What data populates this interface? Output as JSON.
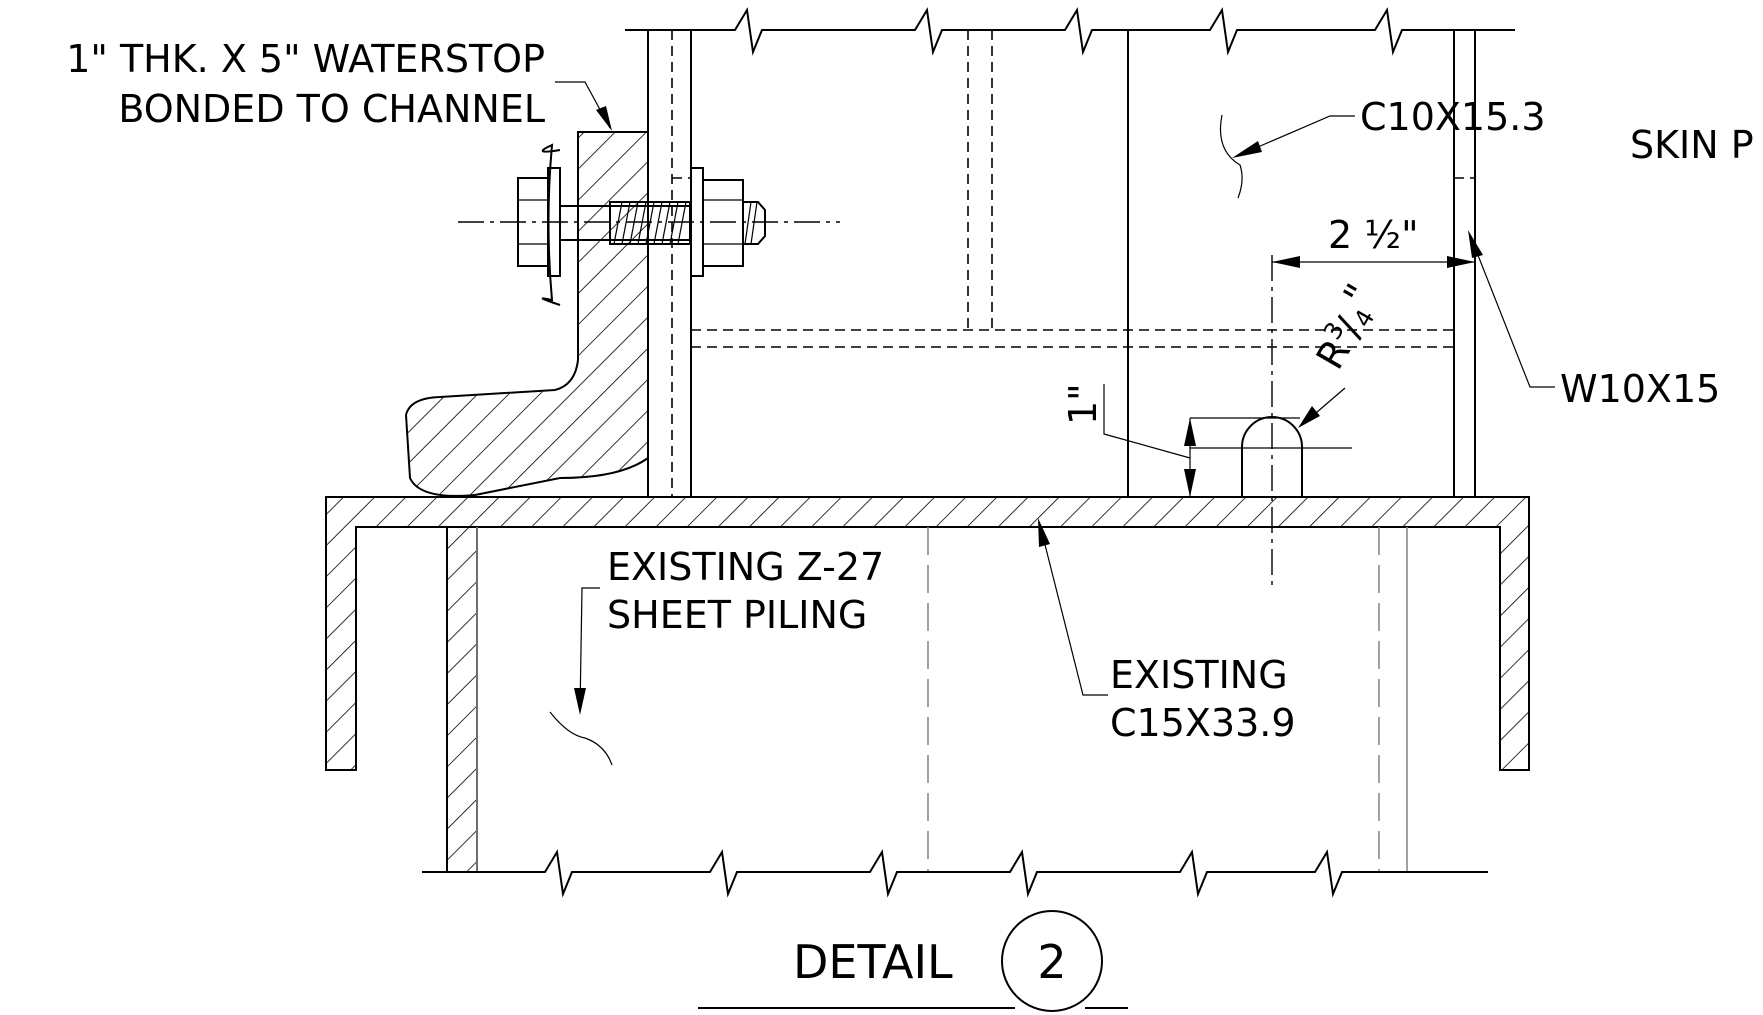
{
  "labels": {
    "waterstop_line1": "1\" THK. X 5\" WATERSTOP",
    "waterstop_line2": "BONDED TO CHANNEL",
    "channel": "C10X15.3",
    "skin": "SKIN P",
    "dim_width": "2 ½\"",
    "radius_r": "R",
    "radius_num": "3",
    "radius_den": "4",
    "radius_unit": "\"",
    "beam": "W10X15",
    "dim_height": "1\"",
    "piling_line1": "EXISTING Z-27",
    "piling_line2": "SHEET PILING",
    "existing_channel_line1": "EXISTING",
    "existing_channel_line2": "C15X33.9",
    "detail_word": "DETAIL",
    "detail_number": "2"
  }
}
